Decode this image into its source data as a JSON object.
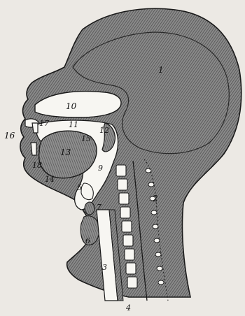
{
  "figure": {
    "subject": "Sagittal section of the human head and neck (vocal apparatus)",
    "labels": [
      {
        "id": "n1",
        "text": "1"
      },
      {
        "id": "n2",
        "text": "2"
      },
      {
        "id": "n3",
        "text": "3"
      },
      {
        "id": "n4",
        "text": "4"
      },
      {
        "id": "n5",
        "text": "5"
      },
      {
        "id": "n6",
        "text": "6"
      },
      {
        "id": "n7",
        "text": "7"
      },
      {
        "id": "n9",
        "text": "9"
      },
      {
        "id": "n10",
        "text": "10"
      },
      {
        "id": "n11",
        "text": "11"
      },
      {
        "id": "n12",
        "text": "12"
      },
      {
        "id": "n13",
        "text": "13"
      },
      {
        "id": "n14",
        "text": "14"
      },
      {
        "id": "n15",
        "text": "15"
      },
      {
        "id": "n16",
        "text": "16"
      },
      {
        "id": "n17",
        "text": "17"
      },
      {
        "id": "n18",
        "text": "18"
      }
    ]
  },
  "colors": {
    "background": "#ece9e4",
    "hatch": "#6b6b6b",
    "ink": "#1a1a1a",
    "cavity": "#f7f6f2"
  }
}
